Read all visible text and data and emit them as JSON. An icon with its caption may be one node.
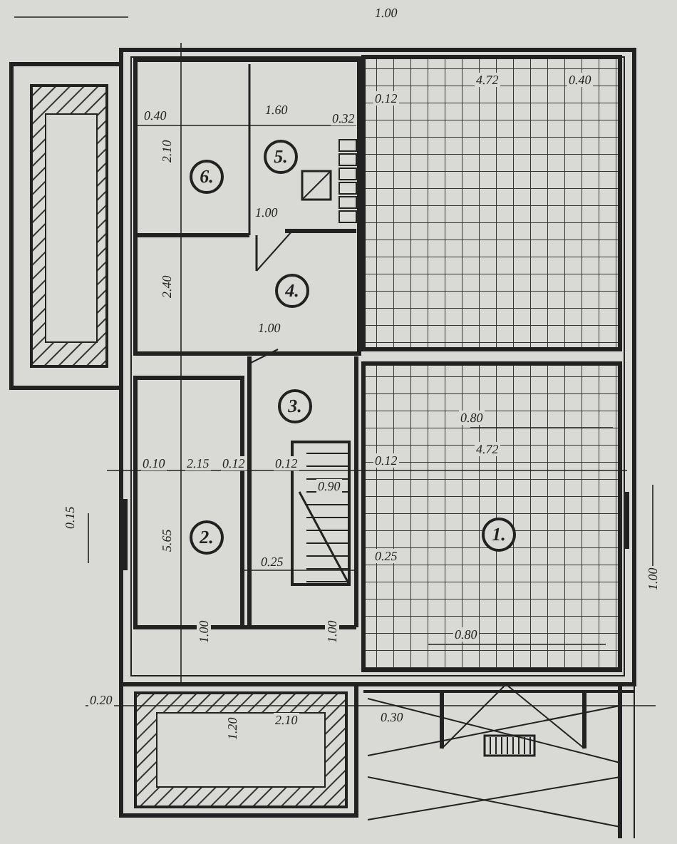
{
  "diagram": {
    "nodes": [
      {
        "text": [
          "6."
        ]
      },
      {
        "text": [
          "5."
        ]
      },
      {
        "text": [
          "4."
        ]
      },
      {
        "text": [
          "3."
        ]
      },
      {
        "text": [
          "2."
        ]
      },
      {
        "text": [
          "1."
        ]
      }
    ],
    "labels": [
      "1.00",
      "0.40",
      "1.60",
      "0.32",
      "2.10",
      "1.00",
      "0.12",
      "4.72",
      "0.40",
      "2.40",
      "1.00",
      "0.80",
      "4.72",
      "0.10",
      "2.15",
      "0.12",
      "0.12",
      "0.90",
      "0.12",
      "0.15",
      "5.65",
      "0.25",
      "0.25",
      "0.80",
      "1.00",
      "1.00",
      "1.00",
      "0.20",
      "2.10",
      "0.30",
      "1.20"
    ]
  }
}
